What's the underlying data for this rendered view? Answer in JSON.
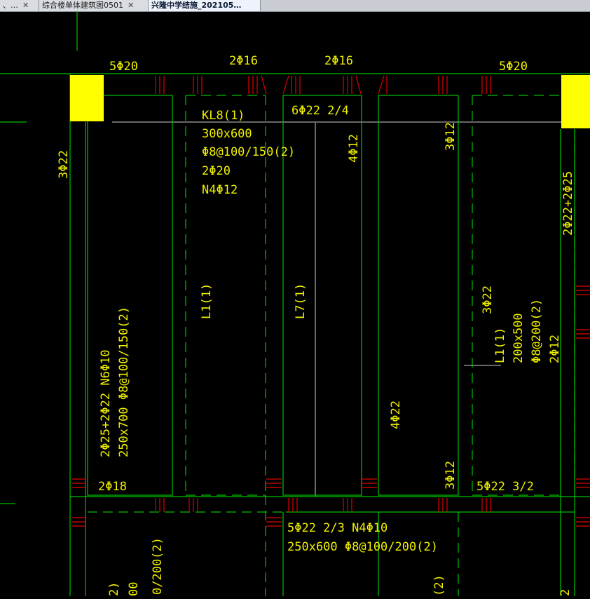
{
  "tabs": [
    {
      "label": "、…",
      "close": "✕"
    },
    {
      "label": "综合楼单体建筑图0501",
      "close": "✕"
    },
    {
      "label": "兴隆中学结施_202105…",
      "close": ""
    }
  ],
  "colors": {
    "background": "#000000",
    "beam_line": "#00c000",
    "annotation_text": "#f0f000",
    "rebar_mark": "#e00000",
    "column_fill": "#ffff00",
    "axis_line": "#d0d0d0"
  },
  "annotations": {
    "top_left_bars": "5Φ20",
    "top_mid_left_bars": "2Φ16",
    "top_mid_right_bars": "2Φ16",
    "top_right_bars": "5Φ20",
    "kl8_name": "KL8(1)",
    "kl8_size": "300x600",
    "kl8_stirrup": "Φ8@100/150(2)",
    "kl8_top": "2Φ20",
    "kl8_side": "N4Φ12",
    "mid_top_bars": "6Φ22  2/4",
    "left_side_bars": "3Φ22",
    "col_b_bars": "4Φ12",
    "col_c_top": "3Φ12",
    "right_side_bars": "2Φ22+2Φ25",
    "l1_left": "L1(1)",
    "l7": "L7(1)",
    "right_3_22": "3Φ22",
    "l1_right_name": "L1(1)",
    "l1_right_size": "200x500",
    "l1_right_stirrup": "Φ8@200(2)",
    "l1_right_side": "2Φ12",
    "left_beam_line1": "2Φ25+2Φ22  N6Φ10",
    "left_beam_line2": "250x700  Φ8@100/150(2)",
    "col_c_bottom_4_22": "4Φ22",
    "col_c_bottom_3_12": "3Φ12",
    "bottom_left_bars": "2Φ18",
    "bottom_right_bars": "5Φ22  3/2",
    "bottom_beam_line1": "5Φ22  2/3  N4Φ10",
    "bottom_beam_line2": "250x600  Φ8@100/200(2)",
    "bottom_frag_1": "0/200(2)",
    "bottom_frag_2": "00",
    "bottom_frag_3": "2)",
    "bottom_frag_4": "(2)",
    "bottom_frag_5": "2"
  }
}
